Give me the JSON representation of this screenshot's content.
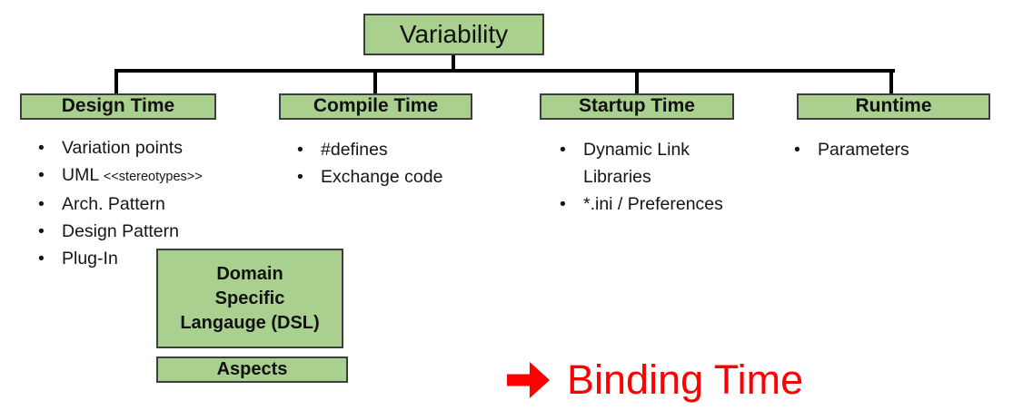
{
  "root_label": "Variability",
  "columns": [
    {
      "header": "Design Time",
      "items": [
        {
          "text": "Variation points"
        },
        {
          "text": "UML",
          "note": "<<stereotypes>>"
        },
        {
          "text": "Arch. Pattern"
        },
        {
          "text": "Design Pattern"
        },
        {
          "text": "Plug-In"
        }
      ]
    },
    {
      "header": "Compile Time",
      "items": [
        {
          "text": "#defines"
        },
        {
          "text": "Exchange code"
        }
      ]
    },
    {
      "header": "Startup Time",
      "items": [
        {
          "text": "Dynamic Link Libraries"
        },
        {
          "text": "*.ini / Preferences"
        }
      ]
    },
    {
      "header": "Runtime",
      "items": [
        {
          "text": "Parameters"
        }
      ]
    }
  ],
  "dsl_box": {
    "lines": [
      "Domain",
      "Specific",
      "Langauge (DSL)"
    ]
  },
  "aspects_box": {
    "label": "Aspects"
  },
  "annotation": {
    "label": "Binding Time",
    "icon": "right-arrow",
    "color": "#ff0000"
  },
  "colors": {
    "box_fill": "#a9d08e",
    "box_border": "#3e3e3e",
    "connector": "#000000",
    "accent_red": "#ff0000"
  }
}
